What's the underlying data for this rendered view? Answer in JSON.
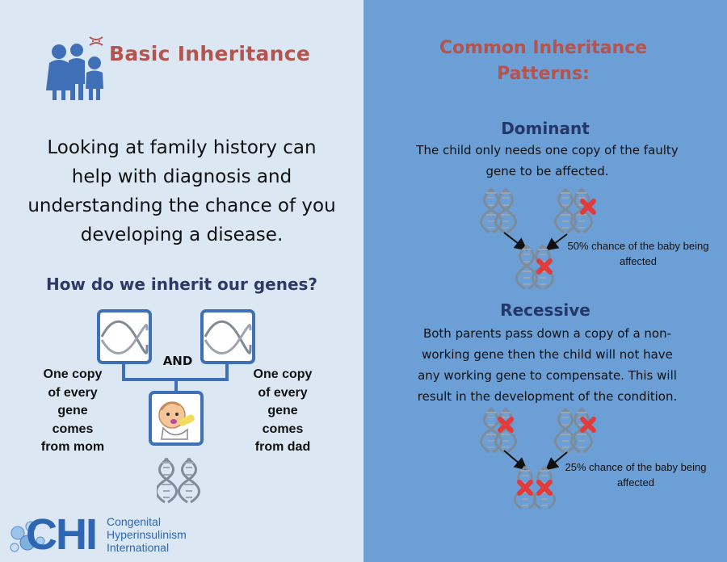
{
  "left": {
    "title": "Basic Inheritance",
    "intro": "Looking at family history can help with diagnosis and understanding the chance of you developing a disease.",
    "question": "How do we inherit our genes?",
    "and_label": "AND",
    "mom_text": [
      "One copy",
      "of every",
      "gene",
      "comes",
      "from mom"
    ],
    "dad_text": [
      "One copy",
      "of every",
      "gene",
      "comes",
      "from dad"
    ]
  },
  "right": {
    "title_lines": [
      "Common Inheritance",
      "Patterns:"
    ],
    "dominant": {
      "heading": "Dominant",
      "description_lines": [
        "The child only needs one copy of the faulty",
        "gene to be affected."
      ],
      "chance_lines": [
        "50% chance of the baby being",
        "affected"
      ]
    },
    "recessive": {
      "heading": "Recessive",
      "description_lines": [
        "Both parents pass down a copy of a non-",
        "working gene then the child will not have",
        "any working gene to compensate. This will",
        "result in the development of the condition."
      ],
      "chance_lines": [
        "25% chance of the baby being",
        "affected"
      ]
    }
  },
  "logo": {
    "abbr": "CHI",
    "name_lines": [
      "Congenital",
      "Hyperinsulinism",
      "International"
    ]
  },
  "colors": {
    "left_bg": "#dbe8f4",
    "right_bg": "#6b9fd6",
    "title_red": "#b3544f",
    "heading_navy": "#253769",
    "box_blue": "#3f6fb6",
    "cross_red": "#e23b3b",
    "dna_gray": "#8a96a3"
  }
}
